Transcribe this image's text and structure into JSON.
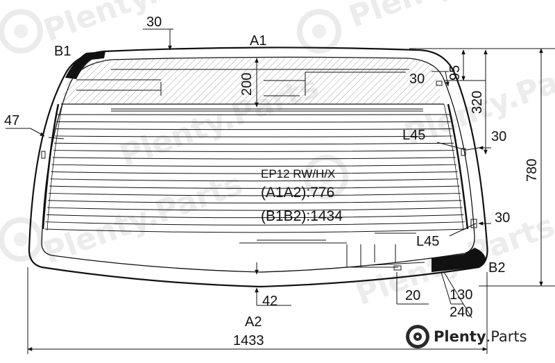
{
  "diagram": {
    "model_line1": "EP12 RW/H/X",
    "model_line2": "(A1A2):776",
    "model_line3": "(B1B2):1434",
    "points": {
      "a1": "A1",
      "a2": "A2",
      "b1": "B1",
      "b2": "B2"
    },
    "dims": {
      "top_offset": "30",
      "band_height": "200",
      "side_inset": "47",
      "top_right_95": "95",
      "top_right_30": "30",
      "right_320": "320",
      "mid_right_30": "30",
      "mid_right_l45": "L45",
      "height_780": "780",
      "lower_right_30": "30",
      "lower_right_l45": "L45",
      "bottom_42": "42",
      "bottom_20": "20",
      "bottom_130": "130",
      "bottom_240": "240",
      "total_width": "1433"
    },
    "watermark": "Plenty.Parts",
    "brand": {
      "name": "Plenty",
      "suffix": ".Parts"
    },
    "colors": {
      "line": "#111111",
      "accent": "#000000",
      "watermark": "#c9c9c9"
    }
  }
}
